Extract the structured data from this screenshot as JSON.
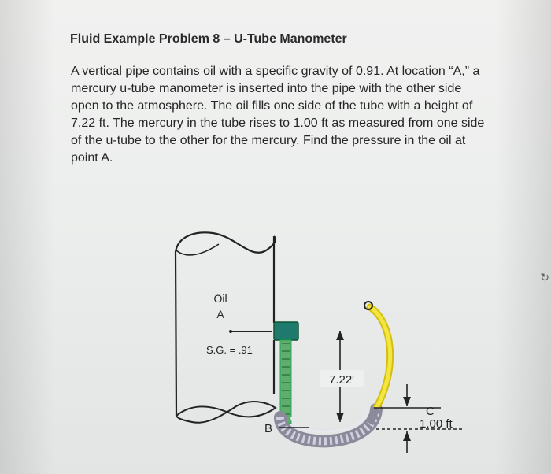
{
  "title": "Fluid Example Problem 8 – U-Tube Manometer",
  "problem_lines": [
    "A vertical pipe contains oil with a specific gravity of 0.91. At location “A,” a",
    "mercury u-tube manometer is inserted into the pipe with the other side",
    "open to the atmosphere. The oil fills one side of the tube with a height of",
    "7.22 ft. The mercury in the tube rises to 1.00 ft as measured from one side",
    "of the u-tube to the other for the mercury. Find the pressure in the oil at",
    "point A."
  ],
  "figure": {
    "oil_label": "Oil",
    "point_a_label": "A",
    "sg_label": "S.G. = .91",
    "height_oil_label": "7.22′",
    "point_c_label": "C",
    "height_mercury_label": "1.00 ft",
    "point_b_label": "B",
    "colors": {
      "oil_fill": "#2e8b57",
      "fitting": "#1f7a6e",
      "right_leg": "#f0e030",
      "mercury": "#b5b5c8"
    }
  }
}
